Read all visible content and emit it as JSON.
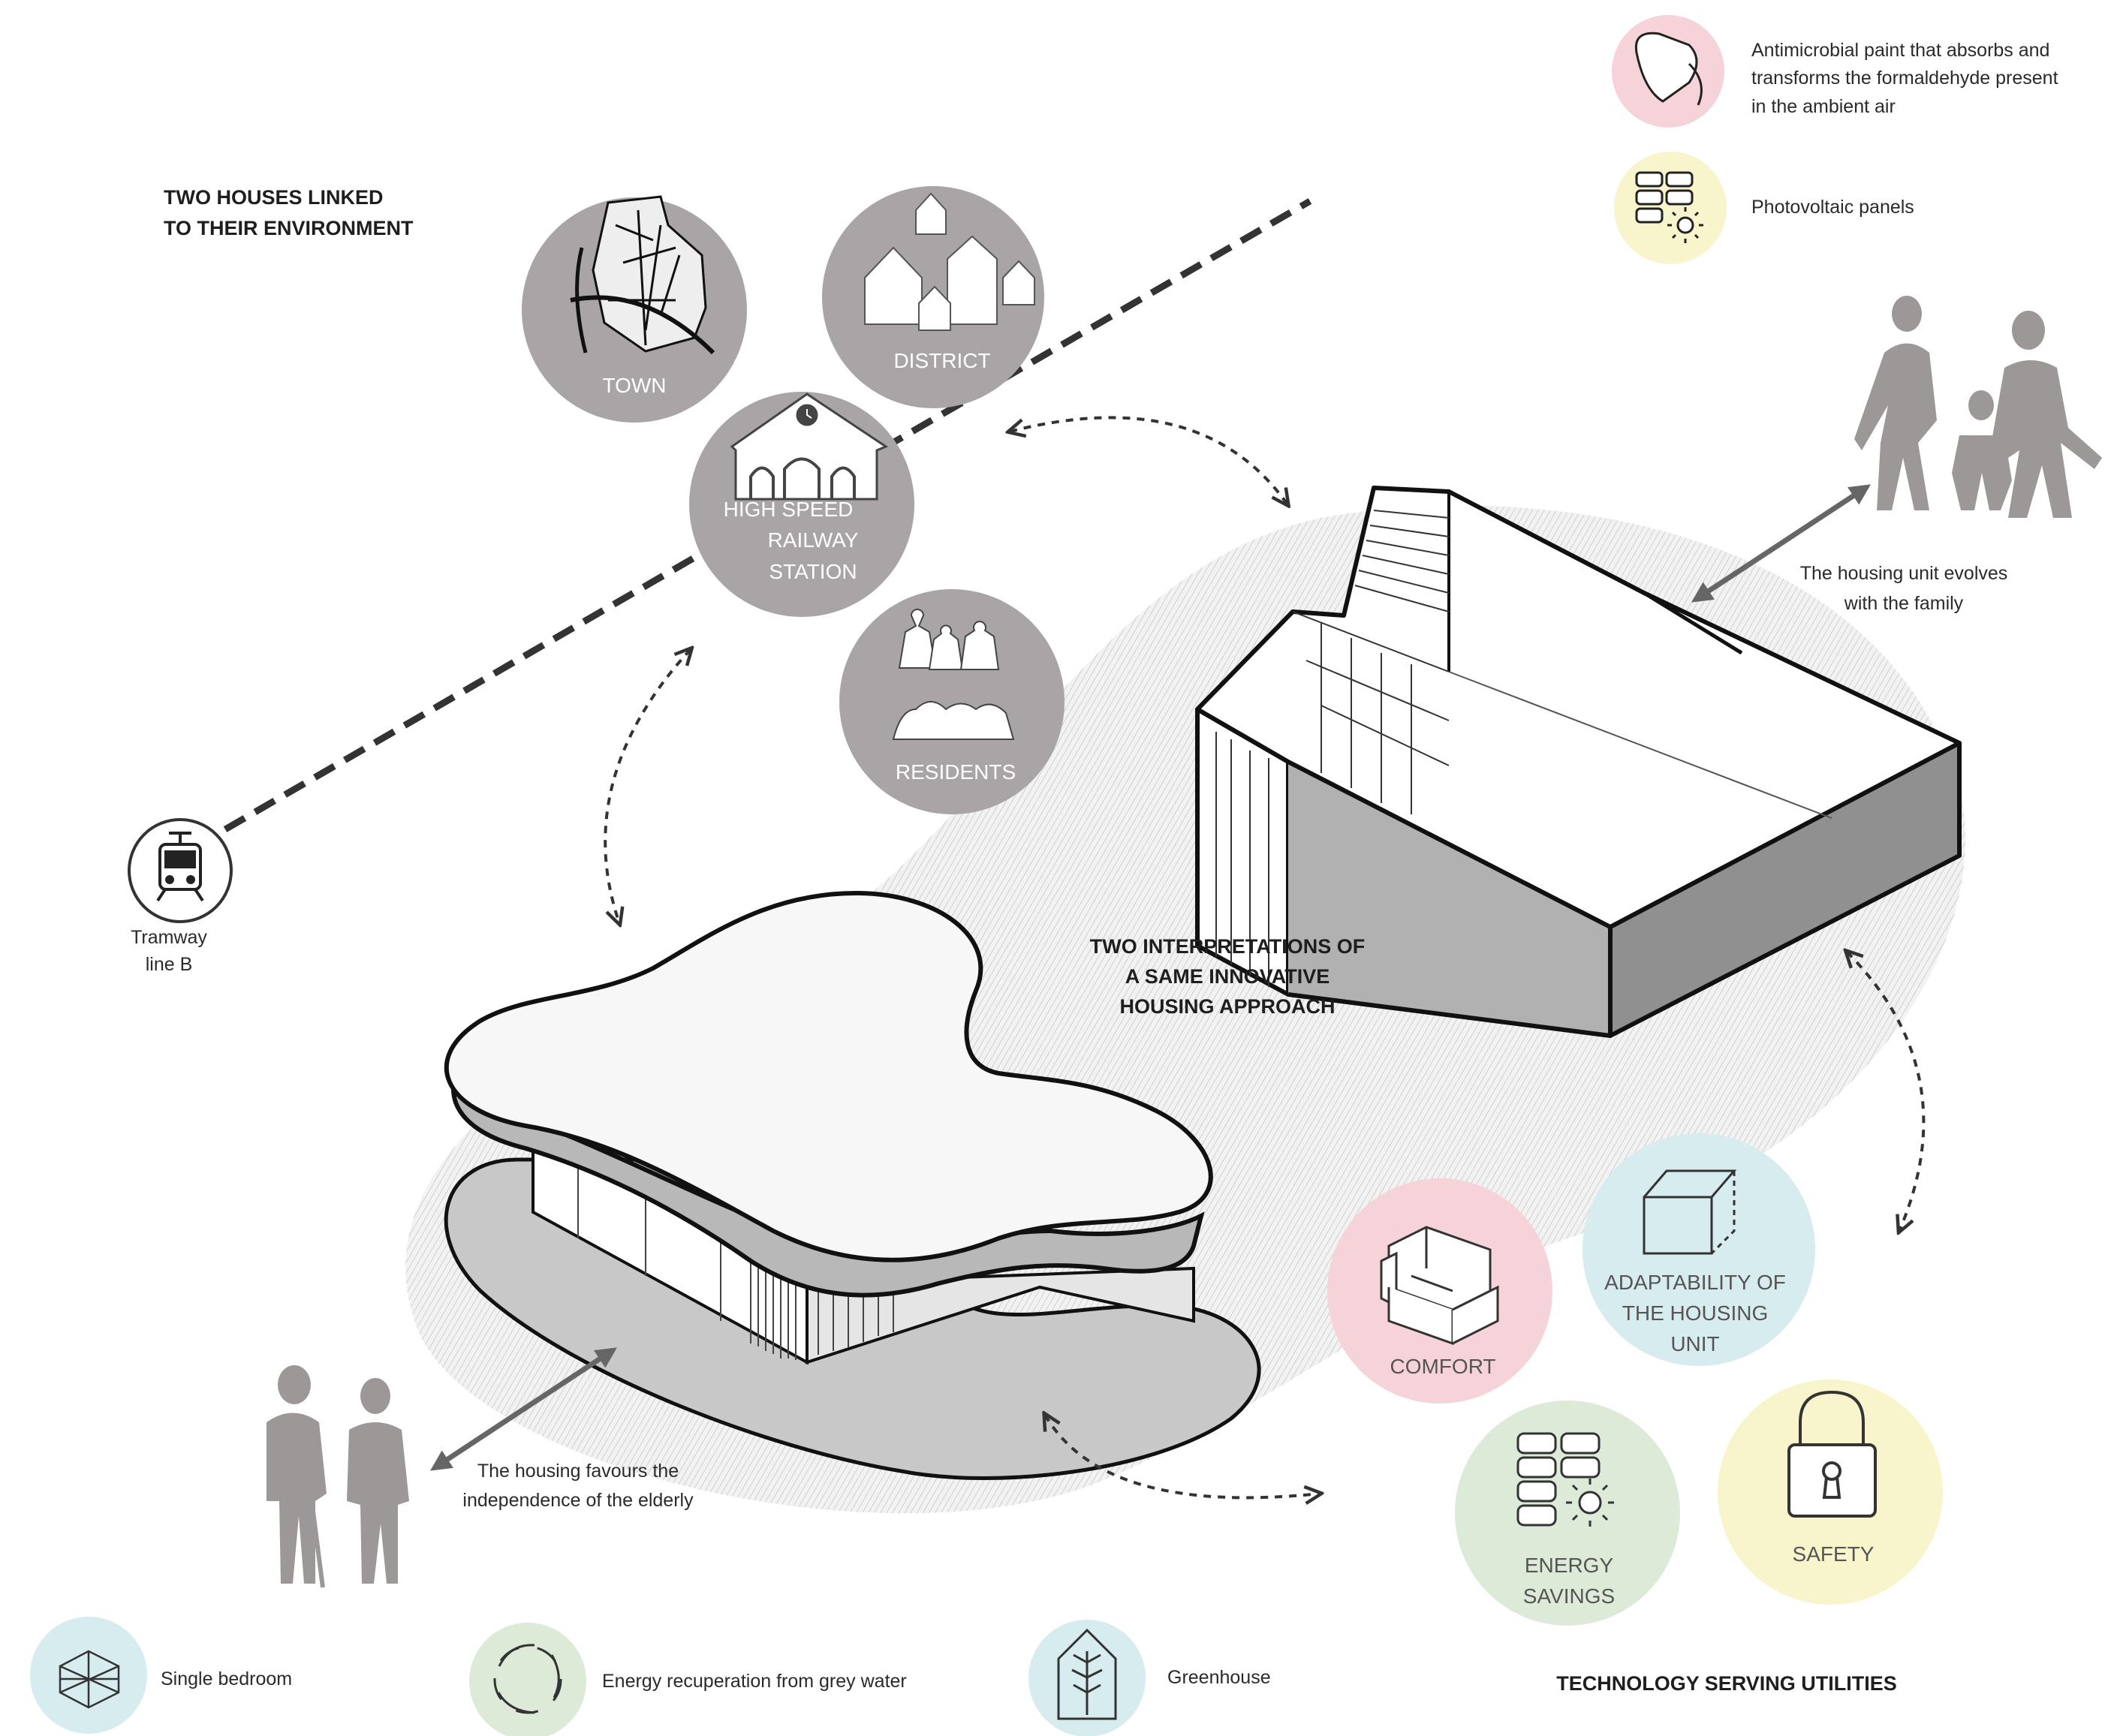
{
  "headings": {
    "environment": [
      "TWO HOUSES LINKED",
      "TO THEIR ENVIRONMENT"
    ],
    "interpretations": [
      "TWO INTERPRETATIONS OF",
      "A SAME INNOVATIVE",
      "HOUSING APPROACH"
    ],
    "technology": "TECHNOLOGY SERVING UTILITIES"
  },
  "environment_circles": {
    "town": "TOWN",
    "district": "DISTRICT",
    "station": [
      "HIGH SPEED",
      "RAILWAY",
      "STATION"
    ],
    "residents": "RESIDENTS"
  },
  "tramway": [
    "Tramway",
    "line B"
  ],
  "legend_top": {
    "paint": [
      "Antimicrobial paint that absorbs and",
      "transforms the formaldehyde present",
      "in the ambient air"
    ],
    "photovoltaic": "Photovoltaic panels"
  },
  "captions": {
    "family": [
      "The housing unit evolves",
      "with the family"
    ],
    "elderly": [
      "The housing favours the",
      "independence of the elderly"
    ]
  },
  "utility_circles": {
    "comfort": "COMFORT",
    "adaptability": [
      "ADAPTABILITY OF",
      "THE HOUSING",
      "UNIT"
    ],
    "energy": [
      "ENERGY",
      "SAVINGS"
    ],
    "safety": "SAFETY"
  },
  "legend_bottom": {
    "bedroom": "Single bedroom",
    "greywater": "Energy recuperation from grey water",
    "greenhouse": "Greenhouse"
  },
  "colors": {
    "grey_circle": "#a9a5a6",
    "pink": "#f6d3d8",
    "blue": "#d7ecef",
    "green": "#dcead7",
    "yellow": "#f8f5cc",
    "hatch_zone": "#e9e9e9"
  }
}
